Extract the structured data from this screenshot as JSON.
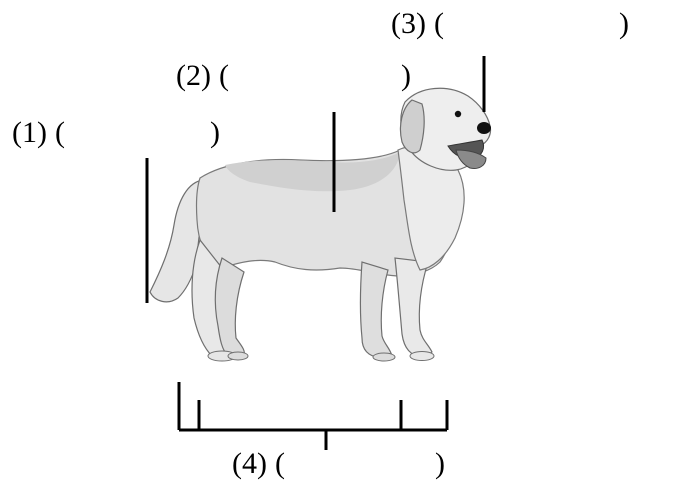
{
  "labels": [
    {
      "number": "(1)",
      "open": "(",
      "close": ")"
    },
    {
      "number": "(2)",
      "open": "(",
      "close": ")"
    },
    {
      "number": "(3)",
      "open": "(",
      "close": ")"
    },
    {
      "number": "(4)",
      "open": "(",
      "close": ")"
    }
  ],
  "colors": {
    "ink": "#000000",
    "dog_fur_light": "#f0f0f0",
    "dog_fur_mid": "#d6d6d6",
    "dog_fur_dark": "#bdbdbd",
    "dog_nose": "#111111",
    "dog_tongue": "#8a8a8a"
  }
}
